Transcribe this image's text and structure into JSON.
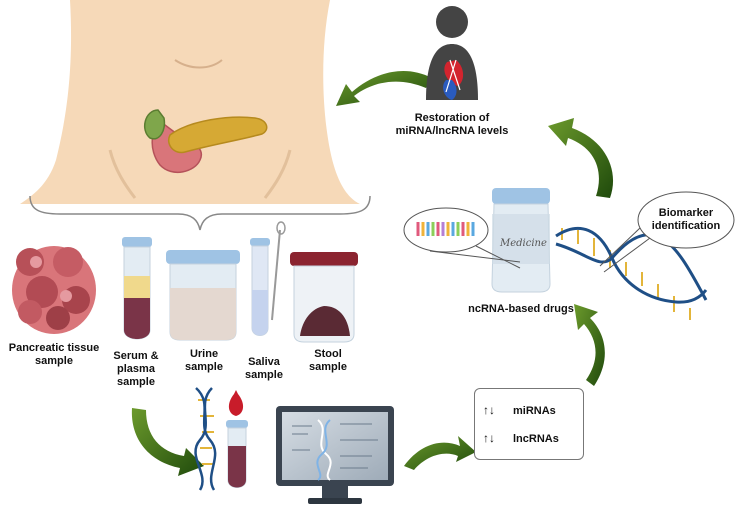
{
  "labels": {
    "restoration": "Restoration of\nmiRNA/lncRNA levels",
    "biomarker": "Biomarker\nidentification",
    "ncrna_drugs": "ncRNA-based drugs",
    "medicine": "Medicine",
    "pancreatic": "Pancreatic tissue\nsample",
    "serum": "Serum &\nplasma\nsample",
    "urine": "Urine\nsample",
    "saliva": "Saliva\nsample",
    "stool": "Stool\nsample"
  },
  "legend": {
    "mirnas": "miRNAs",
    "lncrnas": "lncRNAs",
    "updown_symbol": "↑↓"
  },
  "colors": {
    "skin": "#f6d9b8",
    "arrow_green": "#2f5e12",
    "dna_blue": "#1f4f86",
    "dna_rung": "#e3b53a",
    "blood": "#8b2a3a"
  }
}
